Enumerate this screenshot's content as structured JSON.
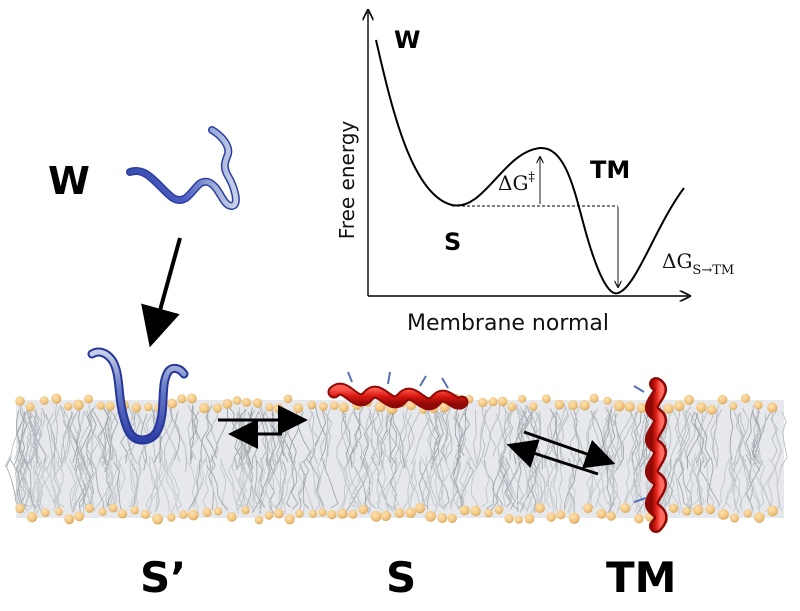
{
  "plot": {
    "ylabel": "Free energy",
    "xlabel": "Membrane normal",
    "well_labels": {
      "w": "W",
      "s": "S",
      "tm": "TM"
    },
    "barrier_symbol": "ΔG",
    "barrier_superscript": "‡",
    "delta_symbol": "ΔG",
    "delta_subscript": "S→TM"
  },
  "states": {
    "water": "W",
    "surface_prime": "S’",
    "surface": "S",
    "transmembrane": "TM"
  },
  "colors": {
    "coil_blue": "#3b4fb0",
    "coil_light": "#a9b6d6",
    "helix_red": "#e0201a",
    "lipid_head": "#f0c27a",
    "lipid_tail": "#b9bec4",
    "ink": "#000000"
  }
}
